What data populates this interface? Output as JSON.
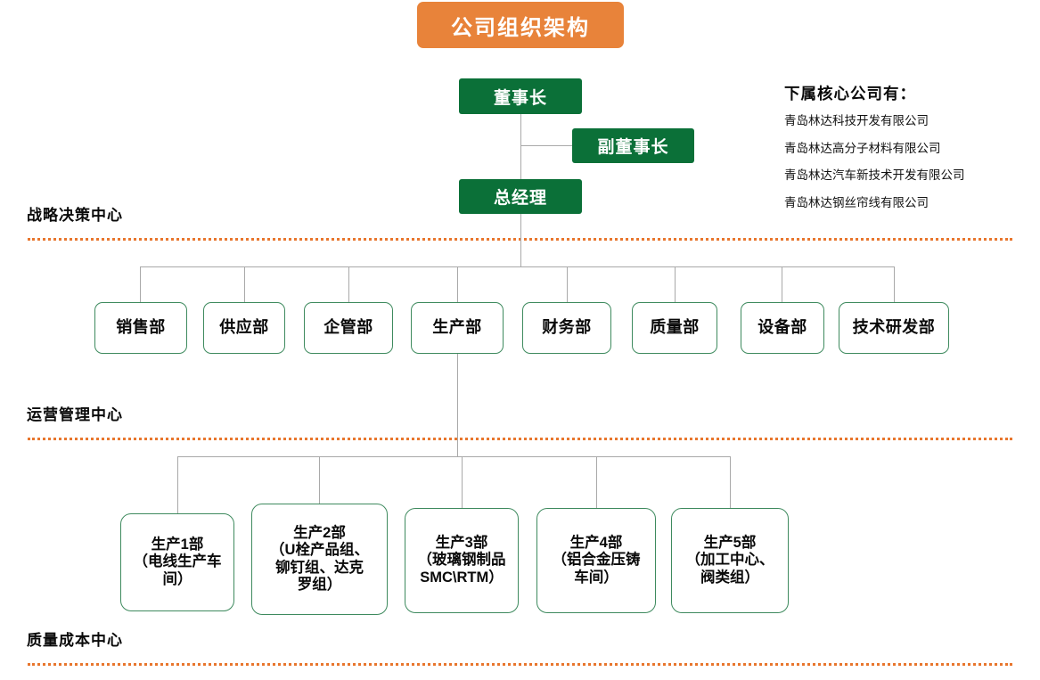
{
  "title": {
    "text": "公司组织架构",
    "bg_color": "#E8833A",
    "text_color": "#FFFFFF"
  },
  "colors": {
    "exec_box_fill": "#0B7038",
    "dept_box_border": "#3E8A5E",
    "connector": "#A9A9A9",
    "divider_dotted": "#E8762D",
    "title_bg": "#E8833A"
  },
  "executive": {
    "chairman": "董事长",
    "vice_chairman": "副董事长",
    "general_manager": "总经理"
  },
  "subsidiaries": {
    "heading": "下属核心公司有：",
    "items": [
      "青岛林达科技开发有限公司",
      "青岛林达高分子材料有限公司",
      "青岛林达汽车新技术开发有限公司",
      "青岛林达钢丝帘线有限公司"
    ]
  },
  "sections": [
    {
      "label": "战略决策中心"
    },
    {
      "label": "运营管理中心"
    },
    {
      "label": "质量成本中心"
    }
  ],
  "departments": [
    {
      "label": "销售部"
    },
    {
      "label": "供应部"
    },
    {
      "label": "企管部"
    },
    {
      "label": "生产部"
    },
    {
      "label": "财务部"
    },
    {
      "label": "质量部"
    },
    {
      "label": "设备部"
    },
    {
      "label": "技术研发部"
    }
  ],
  "production_units": [
    {
      "label": "生产1部\n（电线生产车\n间）"
    },
    {
      "label": "生产2部\n（U栓产品组、\n铆钉组、达克\n罗组）"
    },
    {
      "label": "生产3部\n（玻璃钢制品\nSMC\\RTM）"
    },
    {
      "label": "生产4部\n（铝合金压铸\n车间）"
    },
    {
      "label": "生产5部\n（加工中心、\n阀类组）"
    }
  ]
}
